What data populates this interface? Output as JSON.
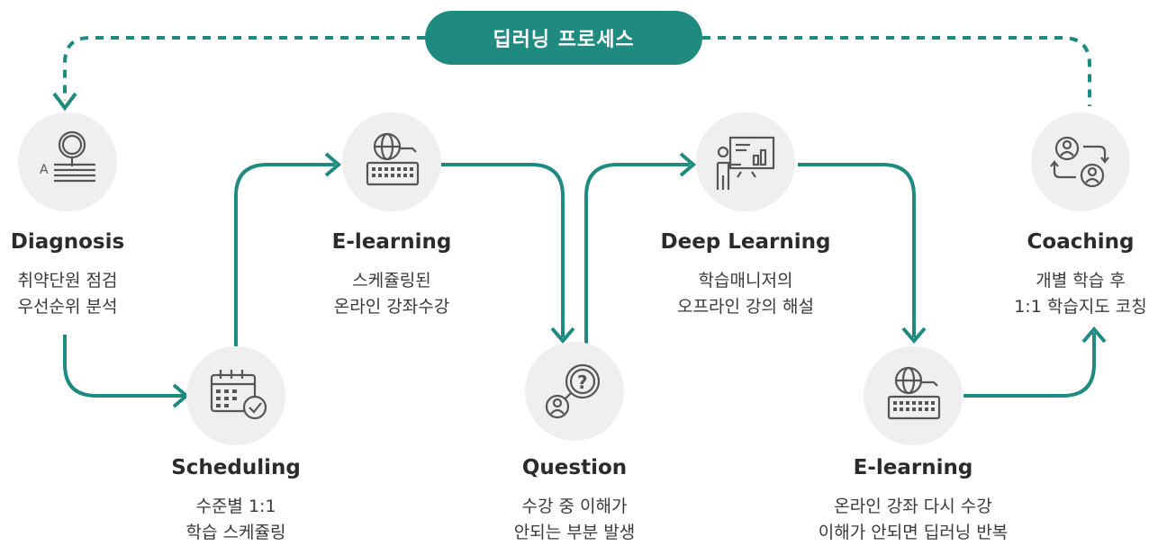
{
  "title": "딥러닝 프로세스",
  "steps": [
    {
      "id": "diagnosis",
      "name": "Diagnosis",
      "desc1": "취약단원 점검",
      "desc2": "우선순위 분석",
      "icon": "magnifier-document-icon"
    },
    {
      "id": "scheduling",
      "name": "Scheduling",
      "desc1": "수준별 1:1",
      "desc2": "학습 스케쥴링",
      "icon": "calendar-check-icon"
    },
    {
      "id": "elearning1",
      "name": "E-learning",
      "desc1": "스케쥴링된",
      "desc2": "온라인 강좌수강",
      "icon": "globe-keyboard-icon"
    },
    {
      "id": "question",
      "name": "Question",
      "desc1": "수강 중 이해가",
      "desc2": "안되는 부분 발생",
      "icon": "question-person-icon"
    },
    {
      "id": "deeplearning",
      "name": "Deep Learning",
      "desc1": "학습매니저의",
      "desc2": "오프라인 강의 해설",
      "icon": "presentation-board-icon"
    },
    {
      "id": "elearning2",
      "name": "E-learning",
      "desc1": "온라인 강좌 다시 수강",
      "desc2": "이해가 안되면 딥러닝 반복",
      "icon": "globe-keyboard-icon"
    },
    {
      "id": "coaching",
      "name": "Coaching",
      "desc1": "개별 학습 후",
      "desc2": "1:1 학습지도 코칭",
      "icon": "people-exchange-icon"
    }
  ],
  "colors": {
    "accent": "#1f8a80",
    "circle": "#efefef",
    "icon": "#555555"
  }
}
